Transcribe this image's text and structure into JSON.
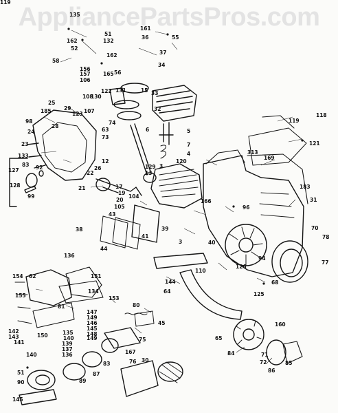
{
  "watermark": "AppliancePartsPros.com",
  "callouts": [
    "135",
    "51",
    "162",
    "132",
    "52",
    "58",
    "162",
    "156",
    "157",
    "106",
    "165",
    "56",
    "122",
    "131",
    "15",
    "108",
    "130",
    "33",
    "107",
    "74",
    "185",
    "28",
    "123",
    "29",
    "25",
    "63",
    "24",
    "73",
    "23",
    "133",
    "127",
    "83",
    "92",
    "128",
    "99",
    "26",
    "22",
    "21",
    "12",
    "17",
    "19",
    "20",
    "105",
    "104",
    "129",
    "13",
    "120",
    "161",
    "36",
    "55",
    "37",
    "34",
    "32",
    "6",
    "5",
    "7",
    "4",
    "3",
    "118",
    "119",
    "121",
    "313",
    "169",
    "183",
    "31",
    "96",
    "166",
    "40",
    "43",
    "38",
    "39",
    "41",
    "44",
    "3",
    "70",
    "78",
    "77",
    "68",
    "94",
    "126",
    "125",
    "65",
    "110",
    "144",
    "64",
    "154",
    "62",
    "136",
    "151",
    "155",
    "134",
    "81",
    "147",
    "149",
    "146",
    "145",
    "148",
    "149",
    "142",
    "150",
    "143",
    "141",
    "140",
    "140",
    "139",
    "137",
    "136",
    "135",
    "153",
    "80",
    "45",
    "75",
    "167",
    "30",
    "51",
    "90",
    "145",
    "89",
    "87",
    "83",
    "76",
    "84",
    "71",
    "72",
    "160",
    "86",
    "85",
    "98",
    "119"
  ]
}
